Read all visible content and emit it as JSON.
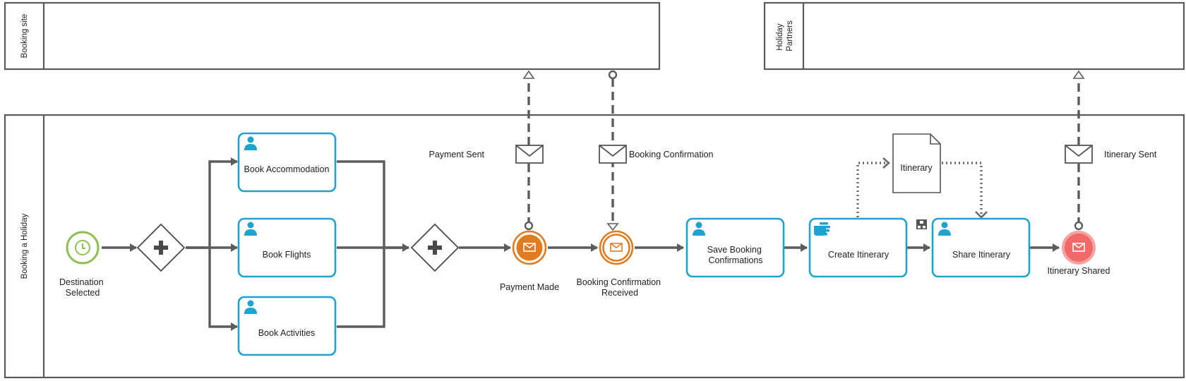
{
  "pools": {
    "booking_site": "Booking site",
    "holiday_partners": [
      "Holiday",
      "Partners"
    ],
    "booking_holiday": "Booking a Holiday"
  },
  "events": {
    "start": [
      "Destination",
      "Selected"
    ],
    "payment_made": "Payment Made",
    "booking_confirmation_received": [
      "Booking Confirmation",
      "Received"
    ],
    "itinerary_shared": "Itinerary Shared"
  },
  "tasks": {
    "book_accommodation": "Book Accommodation",
    "book_flights": "Book Flights",
    "book_activities": "Book Activities",
    "save_booking": [
      "Save Booking",
      "Confirmations"
    ],
    "create_itinerary": "Create Itinerary",
    "share_itinerary": "Share Itinerary"
  },
  "messages": {
    "payment_sent": "Payment Sent",
    "booking_confirmation": "Booking Confirmation",
    "itinerary_sent": "Itinerary Sent"
  },
  "data_object": "Itinerary",
  "colors": {
    "task_border": "#1ca3cf",
    "user_icon": "#1ca3cf",
    "start_event": "#8cc152",
    "intermediate_event": "#e07b1f",
    "end_event": "#f06a6a",
    "flow": "#5c5c5c"
  },
  "icons": [
    "clock-icon",
    "plus-icon",
    "user-icon",
    "hand-icon",
    "envelope-icon",
    "subprocess-marker-icon",
    "document-icon"
  ]
}
